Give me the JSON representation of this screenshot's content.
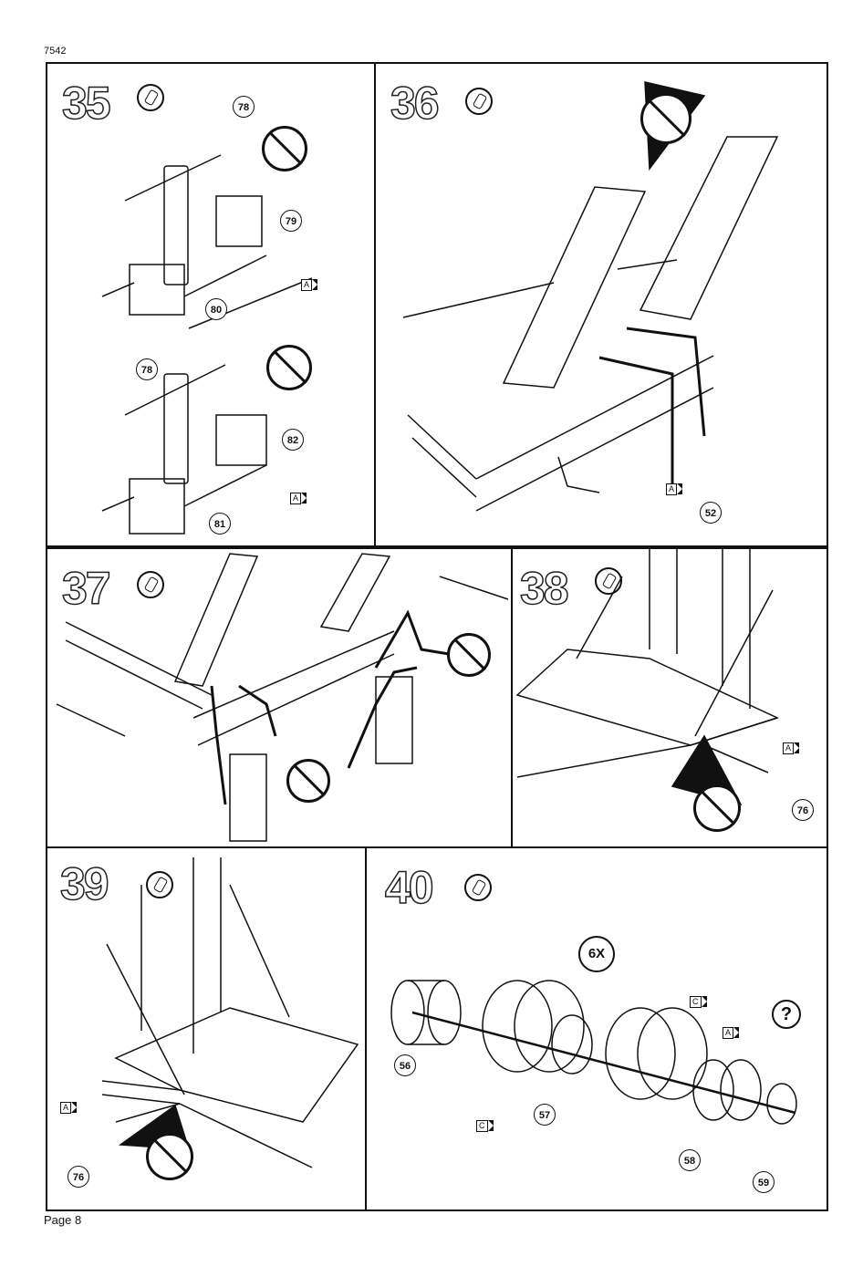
{
  "doc_code": "7542",
  "page_label": "Page 8",
  "steps": {
    "s35": {
      "number": "35",
      "parts": [
        "78",
        "79",
        "80",
        "78",
        "82",
        "81"
      ],
      "tags": [
        "A",
        "A"
      ]
    },
    "s36": {
      "number": "36",
      "parts": [
        "52"
      ],
      "tags": [
        "A"
      ]
    },
    "s37": {
      "number": "37"
    },
    "s38": {
      "number": "38",
      "parts": [
        "76"
      ],
      "tags": [
        "A"
      ]
    },
    "s39": {
      "number": "39",
      "parts": [
        "76"
      ],
      "tags": [
        "A"
      ]
    },
    "s40": {
      "number": "40",
      "multiplier": "6X",
      "help": "?",
      "parts": [
        "56",
        "57",
        "58",
        "59"
      ],
      "tags": [
        "C",
        "A",
        "C"
      ]
    }
  },
  "icons": {
    "glue": "glue-tube-icon",
    "no_glue": "no-glue-icon"
  }
}
